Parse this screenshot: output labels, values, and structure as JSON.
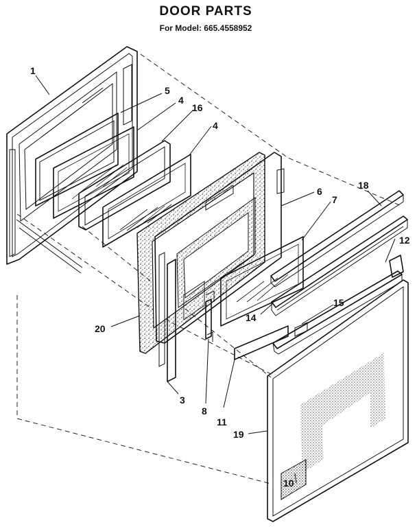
{
  "header": {
    "title": "DOOR PARTS",
    "model": "For Model: 665.4558952"
  },
  "callouts": [
    {
      "id": "c1",
      "label": "1"
    },
    {
      "id": "c5",
      "label": "5"
    },
    {
      "id": "c4a",
      "label": "4"
    },
    {
      "id": "c16",
      "label": "16"
    },
    {
      "id": "c4b",
      "label": "4"
    },
    {
      "id": "c6",
      "label": "6"
    },
    {
      "id": "c7",
      "label": "7"
    },
    {
      "id": "c18",
      "label": "18"
    },
    {
      "id": "c12",
      "label": "12"
    },
    {
      "id": "c15",
      "label": "15"
    },
    {
      "id": "c14",
      "label": "14"
    },
    {
      "id": "c20",
      "label": "20"
    },
    {
      "id": "c3",
      "label": "3"
    },
    {
      "id": "c8",
      "label": "8"
    },
    {
      "id": "c11",
      "label": "11"
    },
    {
      "id": "c19",
      "label": "19"
    },
    {
      "id": "c10",
      "label": "10"
    }
  ]
}
